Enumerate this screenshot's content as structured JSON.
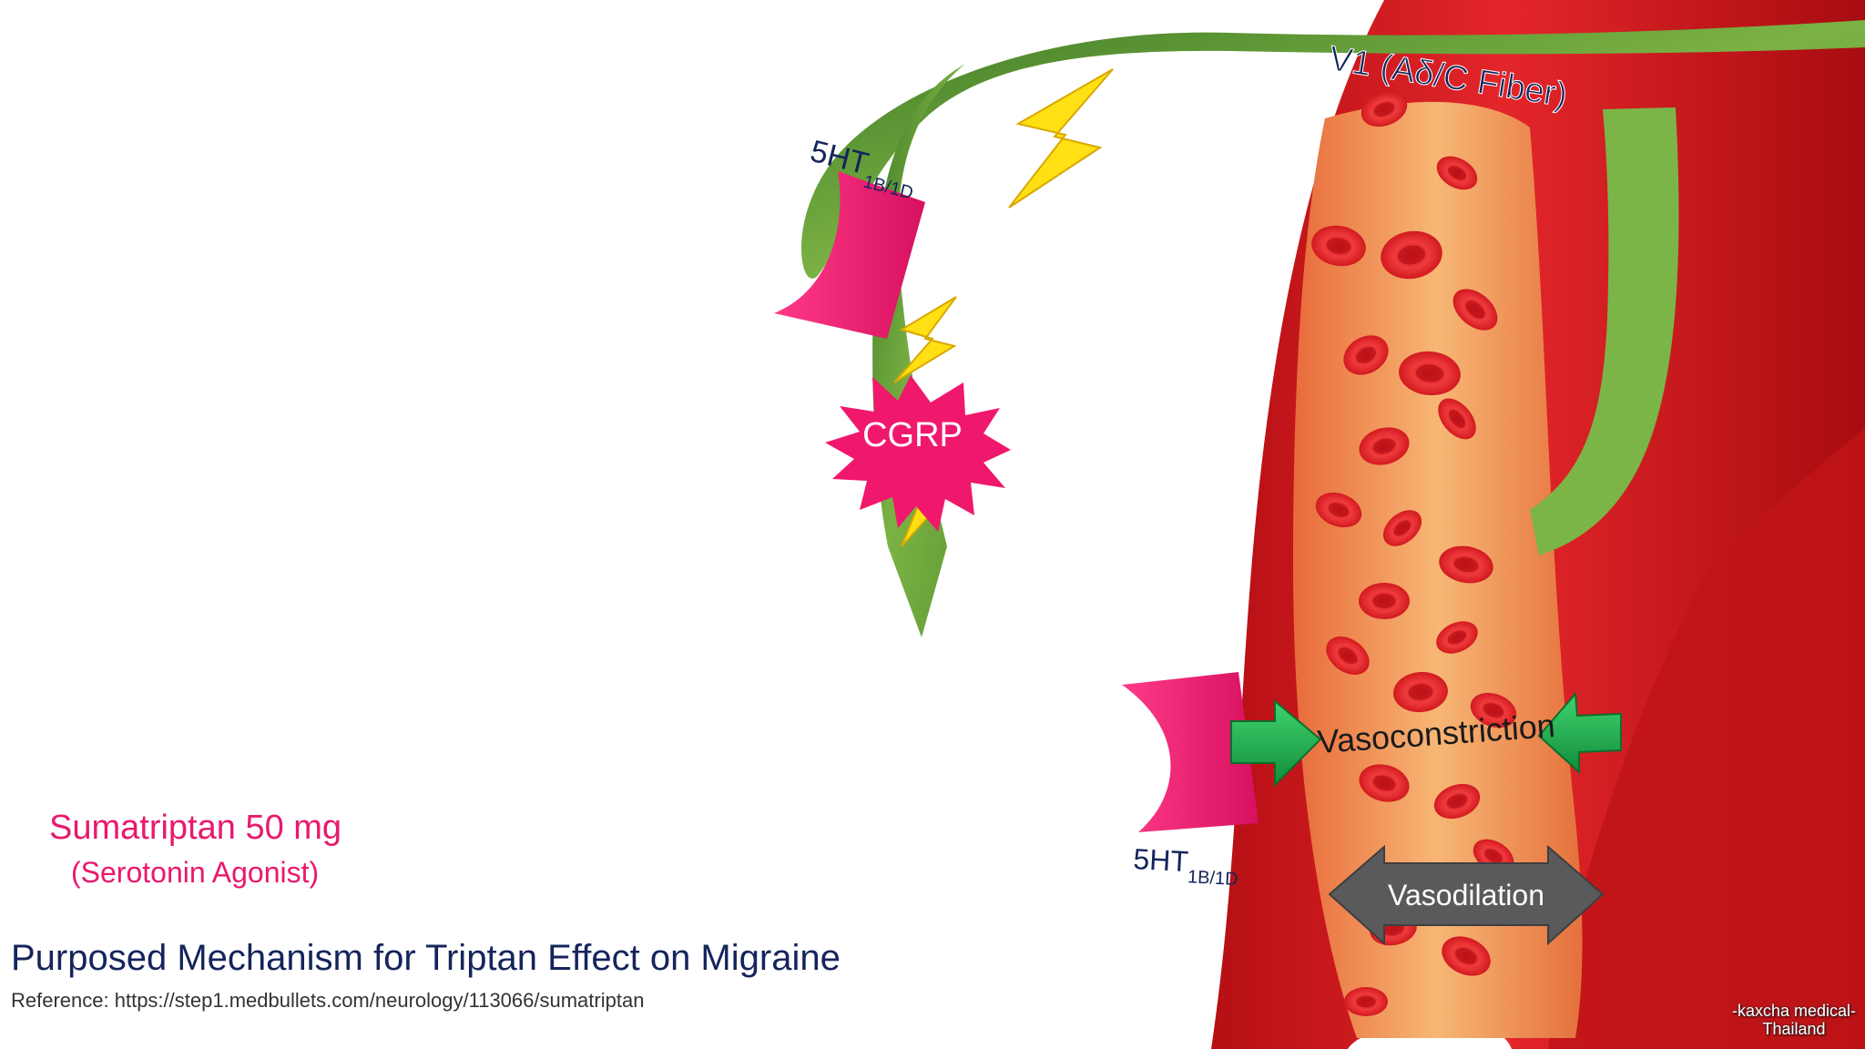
{
  "figure": {
    "nerve_label": "V1 (Aδ/C Fiber)",
    "receptor_top": {
      "main": "5HT",
      "sub": "1B/1D"
    },
    "receptor_bottom": {
      "main": "5HT",
      "sub": "1B/1D"
    },
    "neuropeptide_label": "CGRP",
    "vasoconstriction_label": "Vasoconstriction",
    "vasodilation_label": "Vasodilation"
  },
  "caption": {
    "drug_name": "Sumatriptan 50 mg",
    "drug_class": "(Serotonin Agonist)",
    "title": "Purposed Mechanism for Triptan Effect on Migraine",
    "reference": "Reference: https://step1.medbullets.com/neurology/113066/sumatriptan"
  },
  "watermark": {
    "line1": "-kaxcha medical-",
    "line2": "Thailand"
  },
  "colors": {
    "vessel_wall": "#d8181c",
    "vessel_lumen": "#f2a055",
    "red_cell": "#e21f24",
    "nerve_green": "#6aa23a",
    "receptor_pink": "#e8196e",
    "lightning_yellow": "#ffe014",
    "green_arrow": "#1fae4c",
    "gray_arrow": "#5a5a5c",
    "title_navy": "#15245c"
  }
}
